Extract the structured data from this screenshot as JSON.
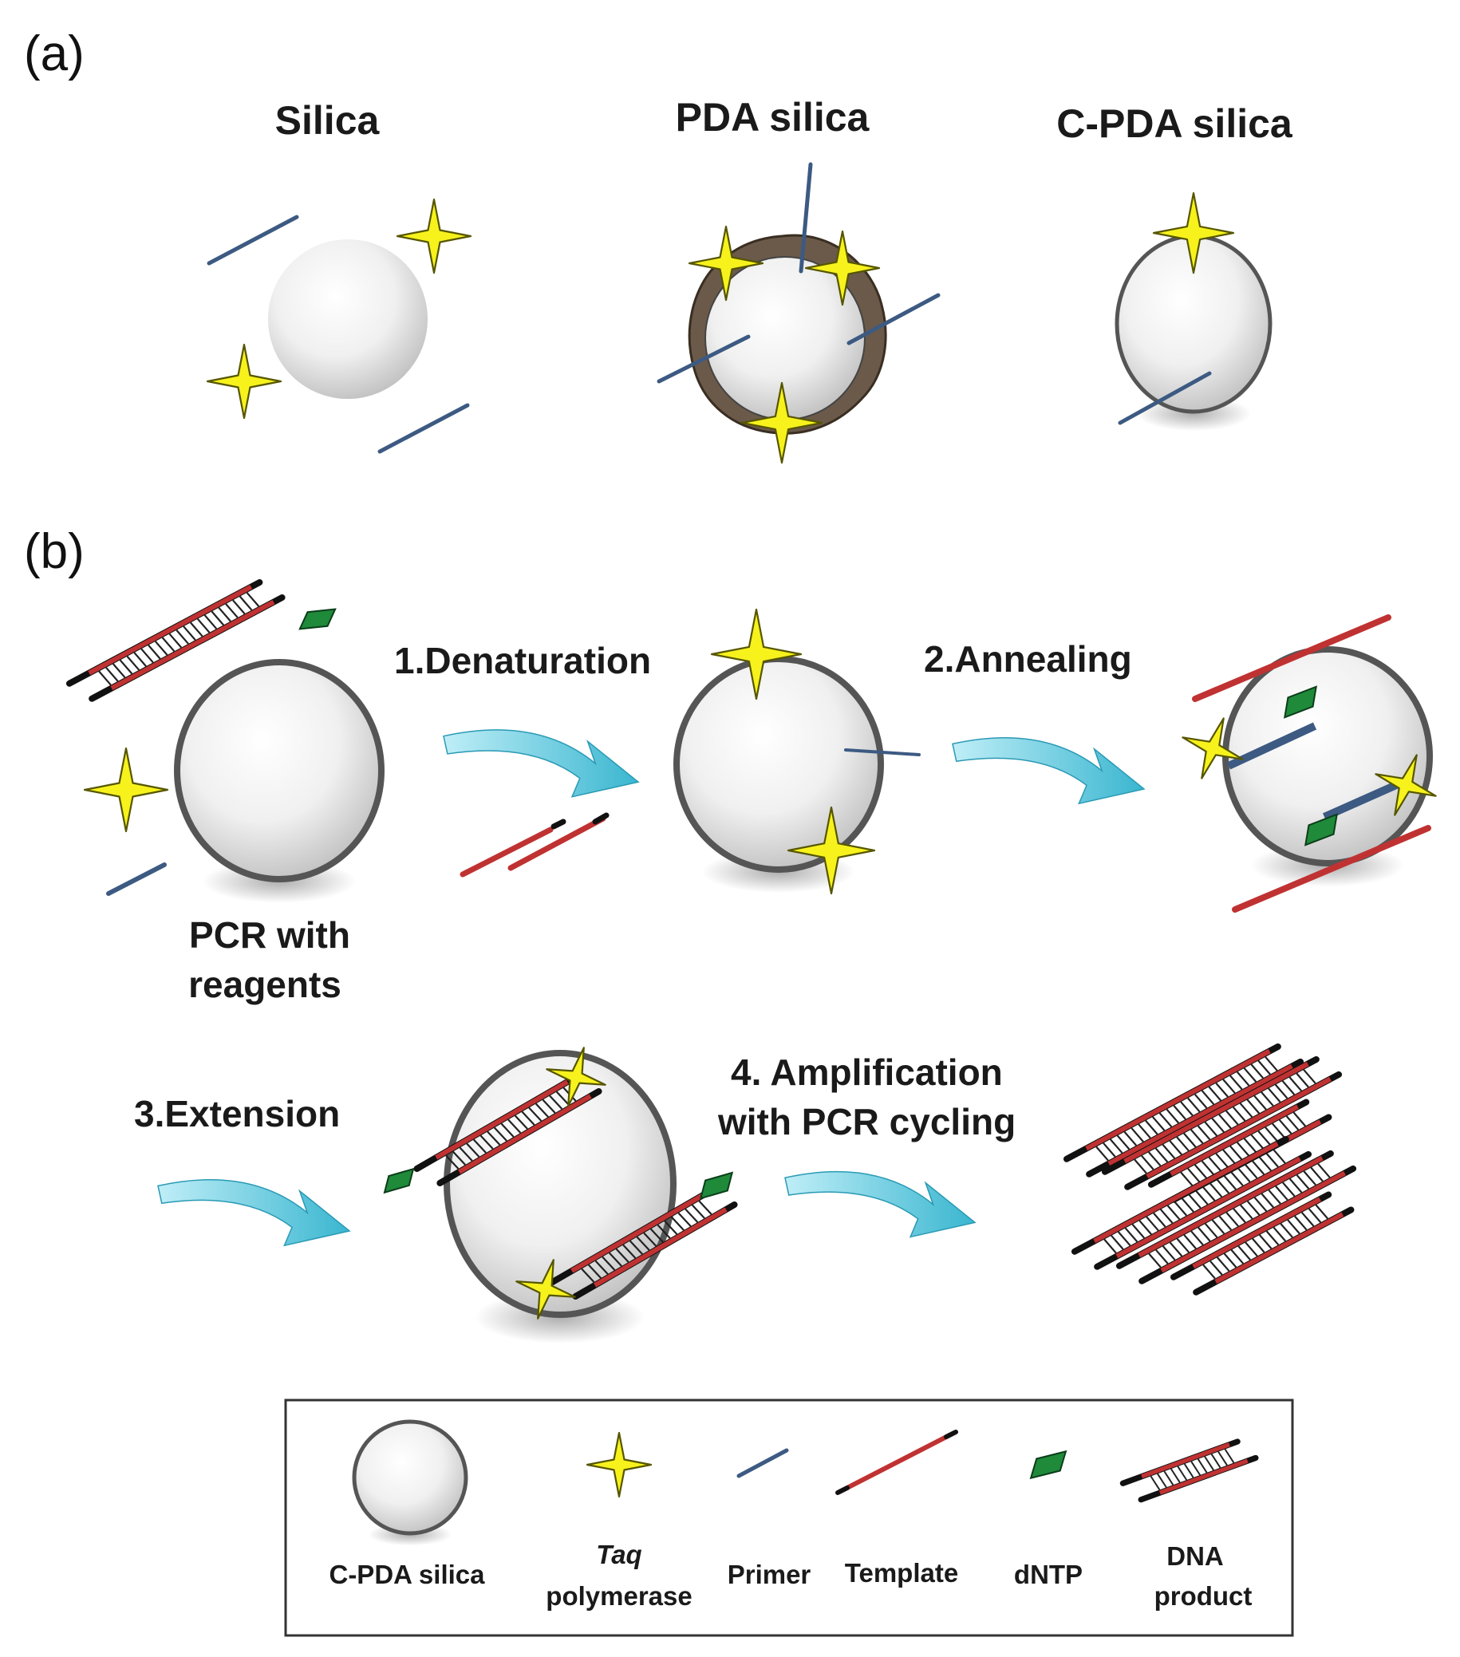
{
  "panels": {
    "a": {
      "label": "(a)",
      "titles": [
        "Silica",
        "PDA silica",
        "C-PDA silica"
      ]
    },
    "b": {
      "label": "(b)",
      "start_label": [
        "PCR with",
        "reagents"
      ],
      "steps": [
        {
          "lines": [
            "1.Denaturation"
          ]
        },
        {
          "lines": [
            "2.Annealing"
          ]
        },
        {
          "lines": [
            "3.Extension"
          ]
        },
        {
          "lines": [
            "4. Amplification",
            "with PCR cycling"
          ]
        }
      ]
    }
  },
  "legend": {
    "items": [
      {
        "icon": "c-pda-silica-icon",
        "lines": [
          "C-PDA silica"
        ]
      },
      {
        "icon": "taq-polymerase-icon",
        "lines": [
          "Taq",
          "polymerase"
        ]
      },
      {
        "icon": "primer-icon",
        "lines": [
          "Primer"
        ]
      },
      {
        "icon": "template-icon",
        "lines": [
          "Template"
        ]
      },
      {
        "icon": "dntp-icon",
        "lines": [
          "dNTP"
        ]
      },
      {
        "icon": "dna-product-icon",
        "lines": [
          "DNA",
          "product"
        ]
      }
    ]
  },
  "colors": {
    "star_fill": "#f7f21c",
    "star_stroke": "#565600",
    "primer": "#3c5a82",
    "template": "#c03232",
    "strand_end": "#111111",
    "dntp": "#1f8a3a",
    "arrow": "#57c7dc",
    "bead_ring": "#555555",
    "pda_coat": "#6b5a4a"
  }
}
